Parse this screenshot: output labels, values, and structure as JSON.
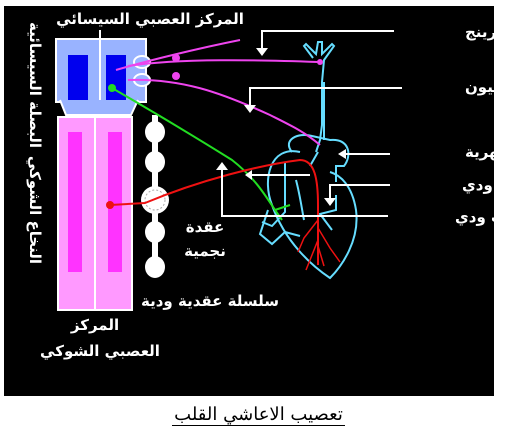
{
  "labels": {
    "medulla_center": "المركز العصبي السيسائي",
    "medulla": "البصلة السيسائية",
    "spinal_cord": "النخاع الشوكي",
    "spinal_center_line1": "المركز",
    "spinal_center_line2": "العصبي الشوكي",
    "ganglion_line1": "عقدة",
    "ganglion_line2": "نجمية",
    "sympathetic_chain": "سلسلة عقدية ودية",
    "depressor_nerve": "عصب هرينج",
    "cyon_nerve": "عصب سيون",
    "aortic_arch": "القوس الأبهرية",
    "parasympathetic_nerve": "عصب قرب ودي",
    "sympathetic_nerve": "عصب ودي"
  },
  "caption": "تعصيب الاعاشي القلب",
  "colors": {
    "background": "#000000",
    "outline": "#ffffff",
    "medulla": "#99b3ff",
    "medulla_center": "#0000ee",
    "spinal": "#ff99ff",
    "spinal_center": "#ff33ff",
    "ganglia": "#ffffff",
    "heart": "#66ddff",
    "afferent_nerve": "#ee44ee",
    "parasympathetic": "#22dd22",
    "sympathetic": "#ee1111"
  }
}
